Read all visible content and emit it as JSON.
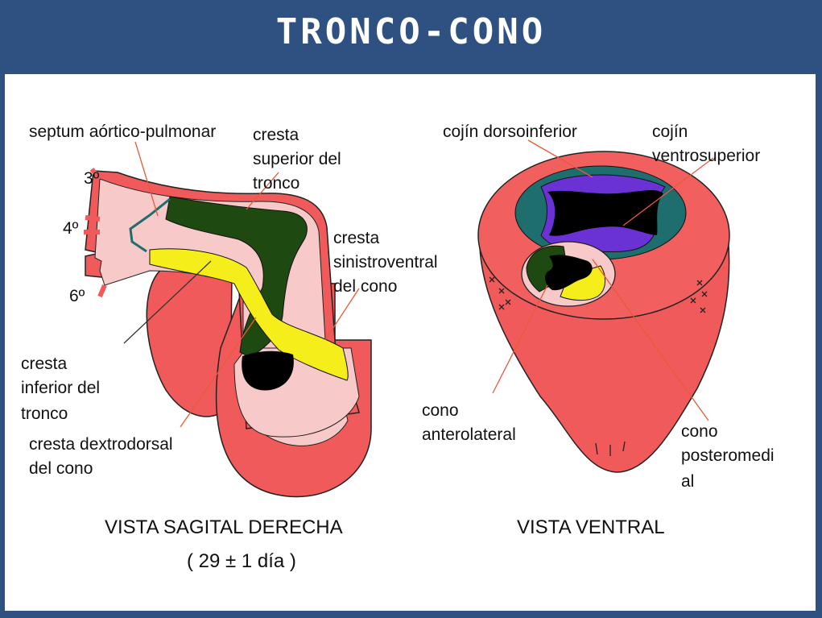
{
  "title": "TRONCO-CONO",
  "colors": {
    "background": "#2f5181",
    "panel": "#ffffff",
    "wall": "#f05a5a",
    "lumen": "#f8c9c9",
    "green_ridge": "#1e4a12",
    "yellow_ridge": "#f5ee1a",
    "purple_cushion": "#6a32d4",
    "teal": "#1f6e6e",
    "leader_line": "#e85a3a"
  },
  "sagittal": {
    "labels": {
      "septum": "septum aórtico-pulmonar",
      "cresta_superior": [
        "cresta",
        "superior del",
        "tronco"
      ],
      "arch3": "3º",
      "arch4": "4º",
      "arch6": "6º",
      "cresta_sinistroventral": [
        "cresta",
        "sinistroventral",
        "del cono"
      ],
      "cresta_inferior": [
        "cresta",
        "inferior del",
        "tronco"
      ],
      "cresta_dextrodorsal": [
        "cresta dextrodorsal",
        "del cono"
      ]
    },
    "caption": "VISTA  SAGITAL  DERECHA",
    "subcaption": "( 29 ± 1 día )"
  },
  "ventral": {
    "labels": {
      "cojin_dorsoinferior": "cojín dorsoinferior",
      "cojin_ventrosuperior": [
        "cojín",
        "ventrosuperior"
      ],
      "cono_anterolateral": [
        "cono",
        "anterolateral"
      ],
      "cono_posteromedial": [
        "cono",
        "posteromedi",
        "al"
      ]
    },
    "caption": "VISTA  VENTRAL"
  }
}
